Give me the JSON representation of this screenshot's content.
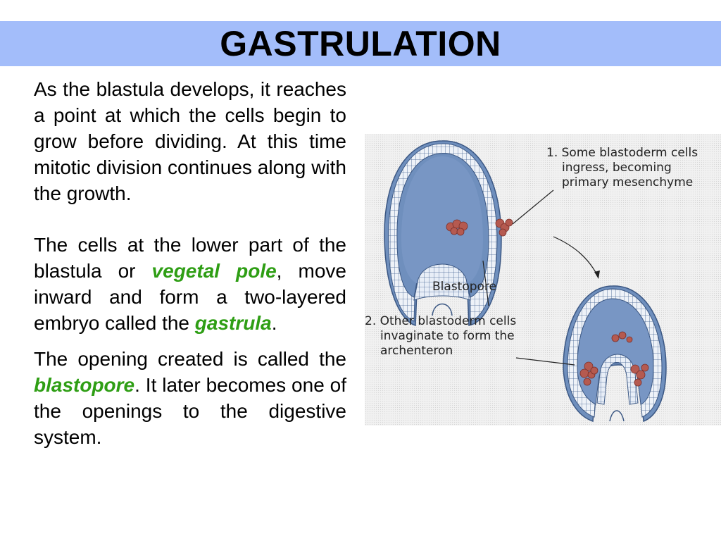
{
  "title": "GASTRULATION",
  "para1": "As the blastula develops, it reaches a point at which the cells begin to grow before dividing. At this time mitotic division continues along with the growth.",
  "para2": {
    "t1": "The cells at the lower part of the blastula or ",
    "term1": "vegetal pole",
    "t2": ", move inward and form a two-layered embryo called the ",
    "term2": "gastrula",
    "t3": "."
  },
  "para3": {
    "t1": "The opening created is called the ",
    "term1": "blastopore",
    "t2": ". It later becomes one of the openings to the digestive system."
  },
  "figure": {
    "label1": {
      "num": "1.",
      "line1": "Some blastoderm cells",
      "line2": "ingress, becoming",
      "line3": "primary mesenchyme"
    },
    "label2": {
      "num": "2.",
      "line1": "Other blastoderm cells",
      "line2": "invaginate to form the",
      "line3": "archenteron"
    },
    "blastopore_label": "Blastopore"
  },
  "colors": {
    "title_bar": "#a3bdfa",
    "highlight_term": "#2e9e14",
    "embryo_blue": "#6f8fbd",
    "embryo_dark": "#4f6e9e",
    "mesenchyme_red": "#b55a50"
  }
}
